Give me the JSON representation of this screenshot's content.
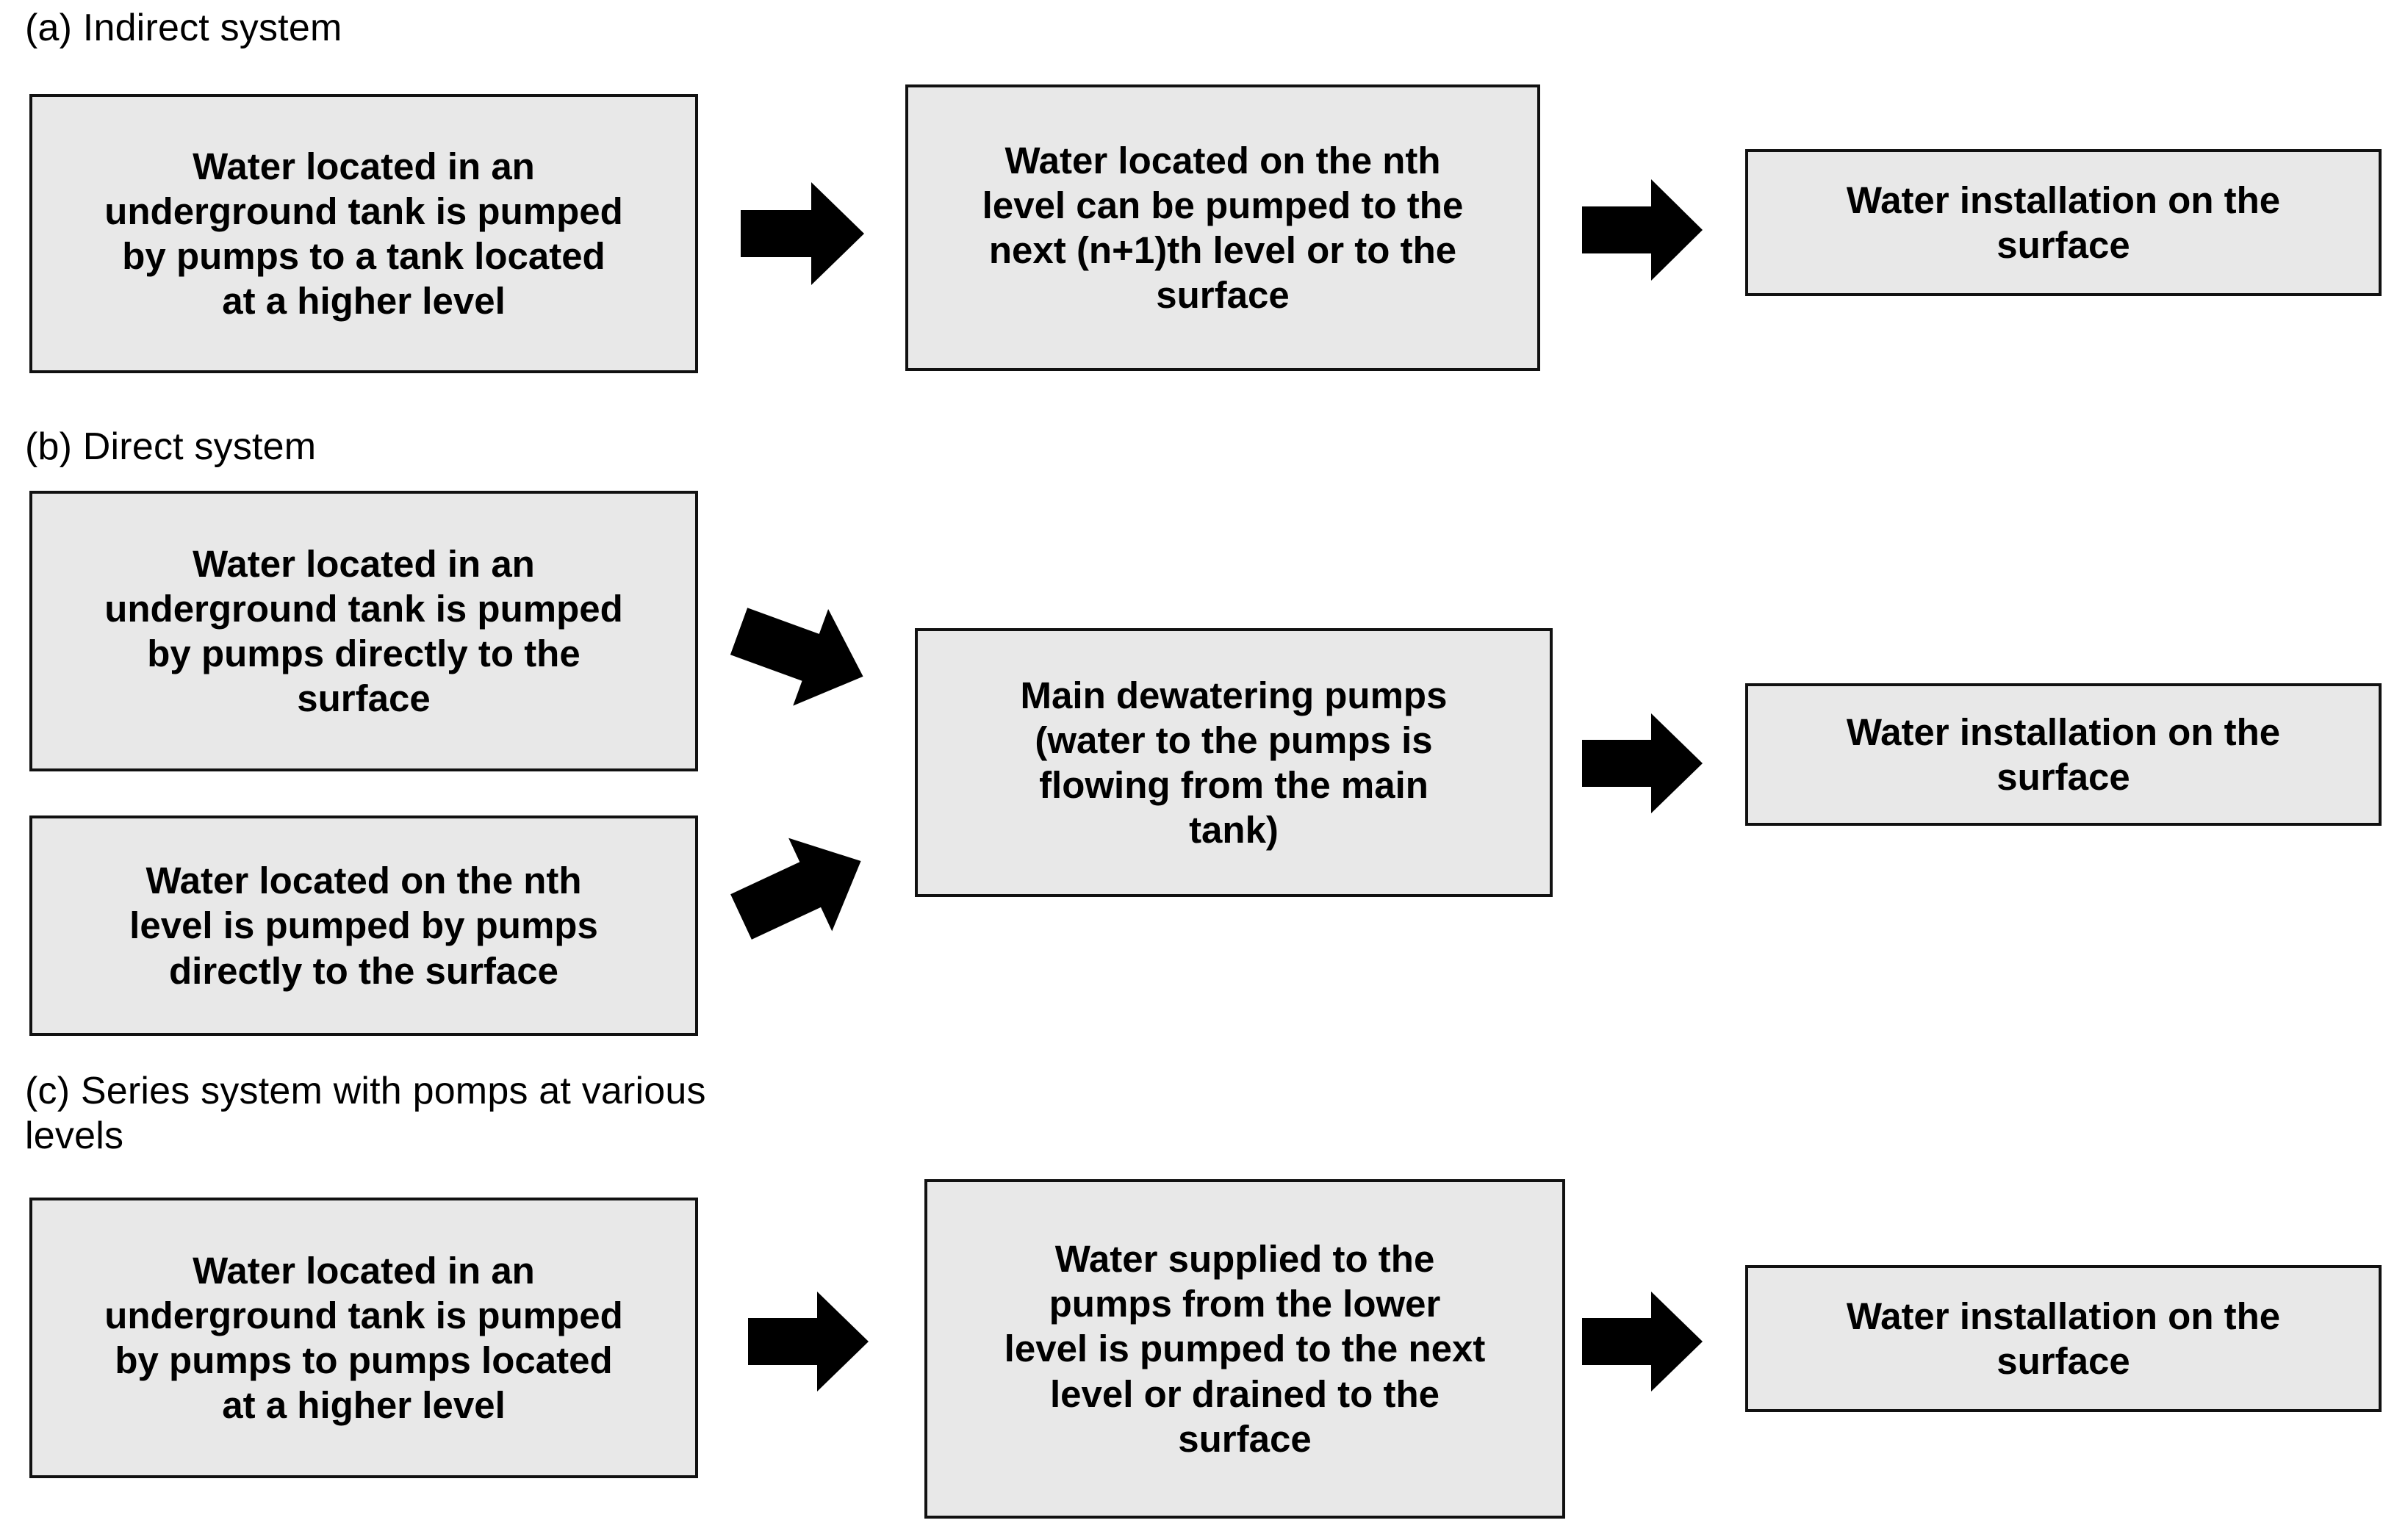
{
  "figure": {
    "title_domain": "mine dewatering system diagram",
    "box_fill_color": "#e8e8e8",
    "box_border_color": "#111111",
    "arrow_color": "#000000",
    "background_color": "#ffffff"
  },
  "sections": [
    {
      "id": "a",
      "label": "(a) Indirect system",
      "boxes": [
        {
          "id": "a1",
          "text": "Water located in an\nunderground tank is pumped\nby pumps to a tank located\nat a higher level"
        },
        {
          "id": "a2",
          "text": "Water located on the nth\nlevel can be pumped to the\nnext (n+1)th level or to the\nsurface"
        },
        {
          "id": "a3",
          "text": "Water installation on the\nsurface"
        }
      ],
      "arrows": [
        {
          "id": "a-arrow-1",
          "direction": "right"
        },
        {
          "id": "a-arrow-2",
          "direction": "right"
        }
      ]
    },
    {
      "id": "b",
      "label": "(b) Direct system",
      "boxes": [
        {
          "id": "b1",
          "text": "Water located in an\nunderground tank is pumped\nby pumps directly to the\nsurface"
        },
        {
          "id": "b2",
          "text": "Water located on the nth\nlevel is pumped by pumps\ndirectly to the surface"
        },
        {
          "id": "b3",
          "text": "Main dewatering pumps\n(water to the pumps is\nflowing from the main\ntank)"
        },
        {
          "id": "b4",
          "text": "Water installation on the\nsurface"
        }
      ],
      "arrows": [
        {
          "id": "b-arrow-1",
          "direction": "down-right"
        },
        {
          "id": "b-arrow-2",
          "direction": "up-right"
        },
        {
          "id": "b-arrow-3",
          "direction": "right"
        }
      ]
    },
    {
      "id": "c",
      "label": "(c) Series system with pomps at various\n     levels",
      "boxes": [
        {
          "id": "c1",
          "text": "Water located in an\nunderground tank is pumped\nby pumps to pumps located\nat a higher level"
        },
        {
          "id": "c2",
          "text": "Water supplied to the\npumps from the lower\nlevel is pumped to the next\nlevel or drained to the\nsurface"
        },
        {
          "id": "c3",
          "text": "Water installation on the\nsurface"
        }
      ],
      "arrows": [
        {
          "id": "c-arrow-1",
          "direction": "right"
        },
        {
          "id": "c-arrow-2",
          "direction": "right"
        }
      ]
    }
  ]
}
